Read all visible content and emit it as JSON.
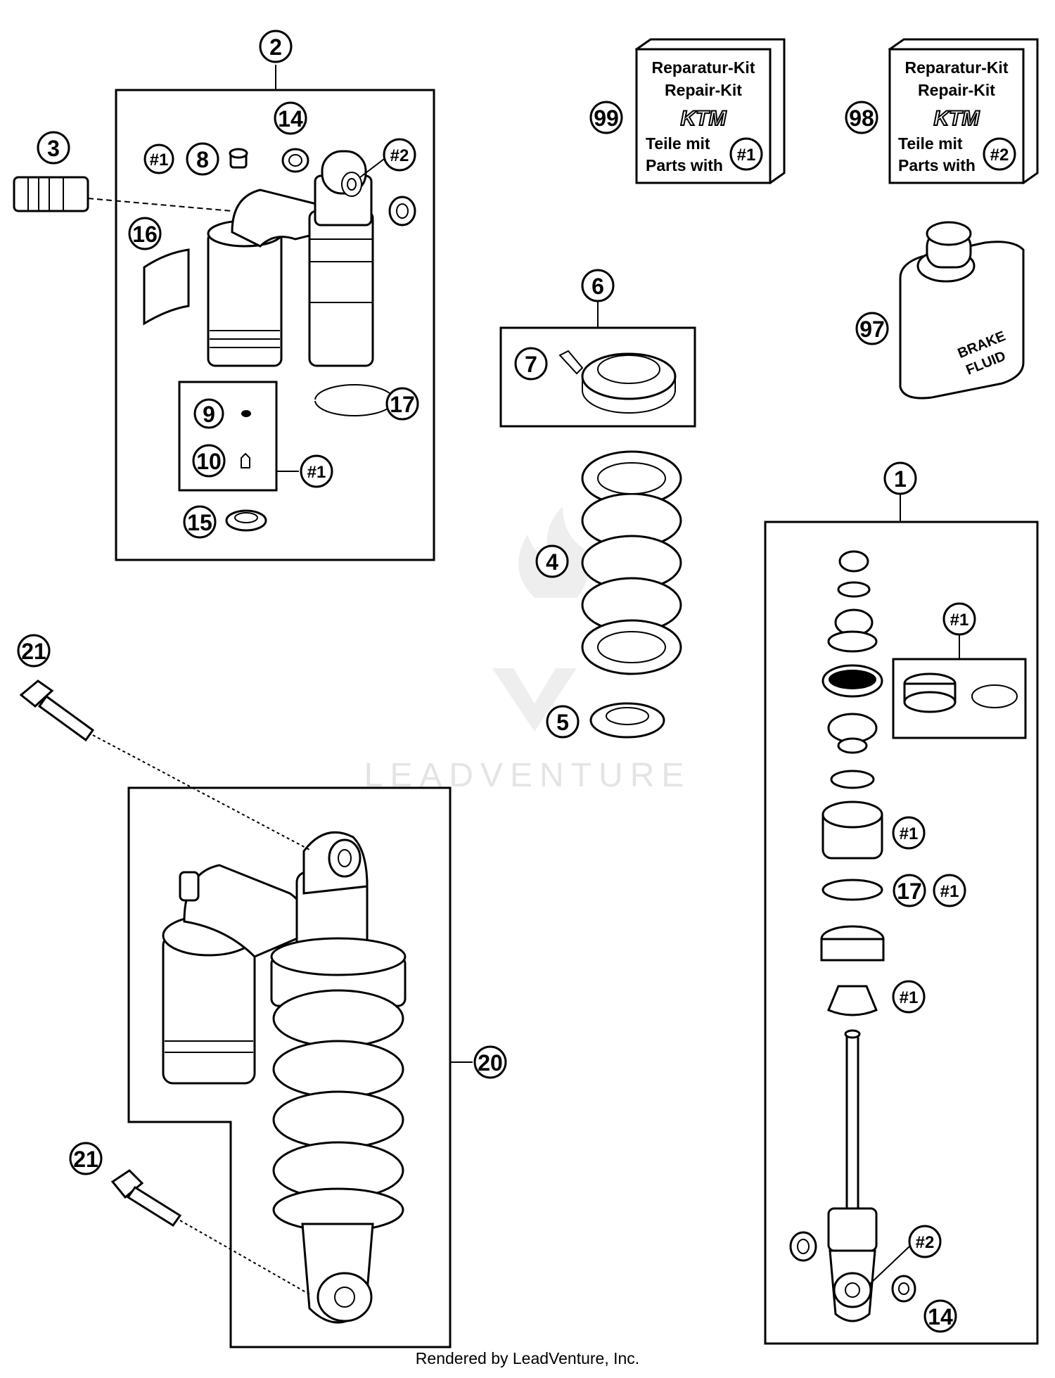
{
  "watermark": "LEADVENTURE",
  "footer": "Rendered by LeadVenture, Inc.",
  "callouts": {
    "c1": "1",
    "c2": "2",
    "c3": "3",
    "c4": "4",
    "c5": "5",
    "c6": "6",
    "c7": "7",
    "c8": "8",
    "c9": "9",
    "c10": "10",
    "c14a": "14",
    "c14b": "14",
    "c15": "15",
    "c16": "16",
    "c17a": "17",
    "c17b": "17",
    "c20": "20",
    "c21a": "21",
    "c21b": "21",
    "c97": "97",
    "c98": "98",
    "c99": "99"
  },
  "hash_tags": {
    "h1_top": "#1",
    "h2_top": "#2",
    "h1_inner": "#1",
    "h1_right_kit": "#1",
    "h1_piston": "#1",
    "h1_ring": "#1",
    "h1_bump": "#1",
    "h2_eye": "#2"
  },
  "kits": {
    "kit99": {
      "line1": "Reparatur-Kit",
      "line2": "Repair-Kit",
      "logo": "KTM",
      "line3": "Teile mit",
      "line4": "Parts with",
      "badge": "#1"
    },
    "kit98": {
      "line1": "Reparatur-Kit",
      "line2": "Repair-Kit",
      "logo": "KTM",
      "line3": "Teile mit",
      "line4": "Parts with",
      "badge": "#2"
    }
  },
  "can": {
    "line1": "BRAKE",
    "line2": "FLUID"
  }
}
